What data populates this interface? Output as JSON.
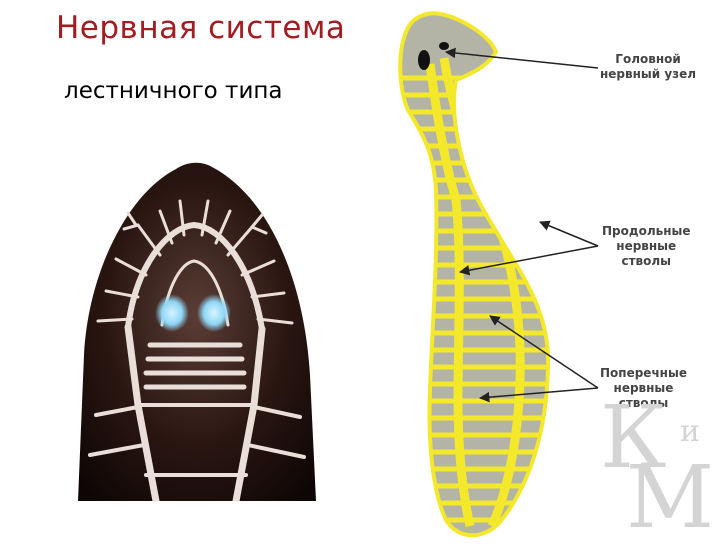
{
  "title": "Нервная система",
  "subtitle": "лестничного типа",
  "labels": {
    "head_ganglion": [
      "Головной",
      "нервный узел"
    ],
    "longitudinal_trunks": [
      "Продольные",
      "нервные",
      "стволы"
    ],
    "transverse_trunks": [
      "Поперечные",
      "нервные",
      "стволы"
    ]
  },
  "watermark": {
    "k": "К",
    "m": "М",
    "i": "и"
  },
  "colors": {
    "title": "#a11d21",
    "worm_body": "#b3b3a6",
    "nerve": "#f4e82a",
    "photo_bg": "#1b0d09",
    "photo_nerve": "#eadfd8",
    "eyespot": "#9fe0ff"
  }
}
